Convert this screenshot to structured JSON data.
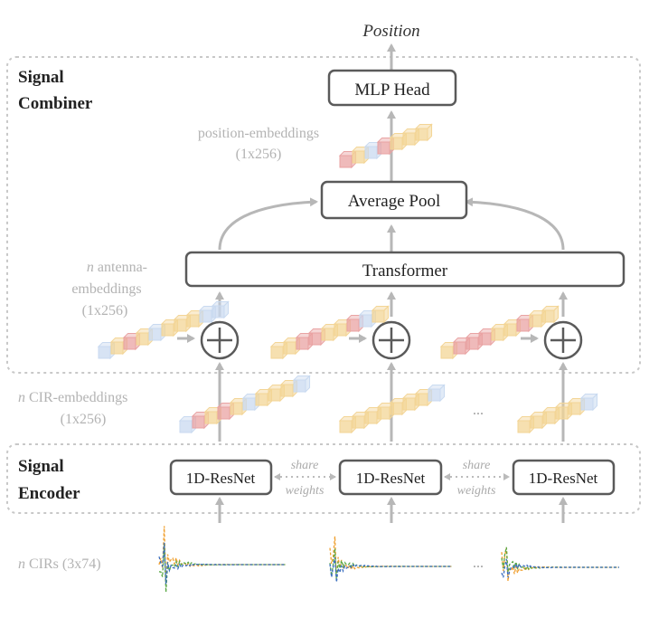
{
  "output_label": "Position",
  "signal_combiner": {
    "label_line1": "Signal",
    "label_line2": "Combiner",
    "mlp_head": "MLP Head",
    "average_pool": "Average Pool",
    "transformer": "Transformer",
    "position_embeddings_line1": "position-embeddings",
    "position_embeddings_line2": "(1x256)",
    "antenna_embeddings_n": "n",
    "antenna_embeddings_line1": "antenna-",
    "antenna_embeddings_line2": "embeddings",
    "antenna_embeddings_line3": "(1x256)"
  },
  "cir_embeddings": {
    "n": "n",
    "line1": "CIR-embeddings",
    "line2": "(1x256)",
    "ellipsis": "..."
  },
  "signal_encoder": {
    "label_line1": "Signal",
    "label_line2": "Encoder",
    "resnet_labels": [
      "1D-ResNet",
      "1D-ResNet",
      "1D-ResNet"
    ],
    "share_line1": "share",
    "share_line2": "weights"
  },
  "cirs": {
    "n": "n",
    "label": "CIRs (3x74)",
    "ellipsis": "..."
  },
  "colors": {
    "box_stroke": "#5a5a5a",
    "arrow": "#b7b7b7",
    "dotted_border": "#c8c8c8",
    "label_gray": "#b3b3b3",
    "cube_blue": "#c9daf0",
    "cube_yellow": "#f3d596",
    "cube_red": "#e9a3a3",
    "wave_orange": "#f0a030",
    "wave_green": "#5aa845",
    "wave_blue": "#3c6fc0"
  }
}
